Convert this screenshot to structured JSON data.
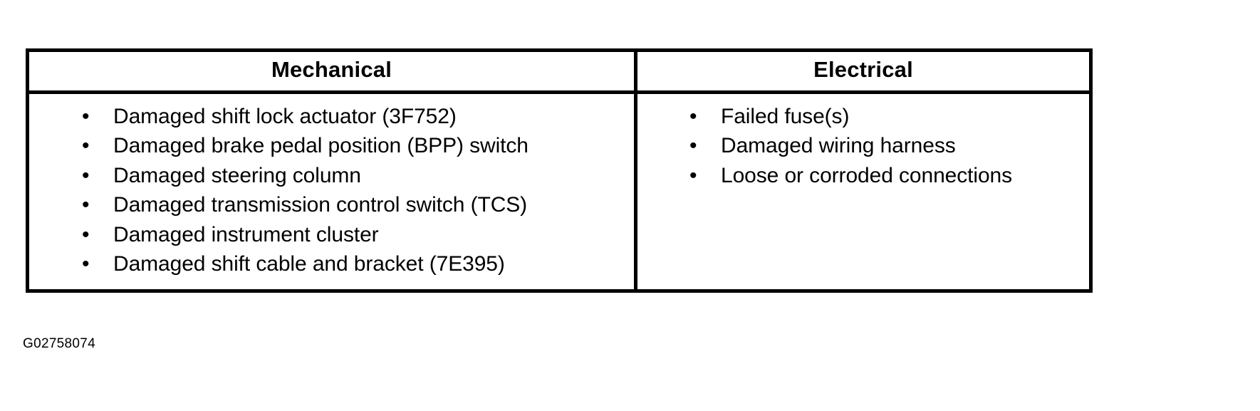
{
  "figure": {
    "id_label": "G02758074"
  },
  "table": {
    "bullet_glyph": "•",
    "columns": [
      {
        "header": "Mechanical",
        "items": [
          "Damaged shift lock actuator (3F752)",
          "Damaged brake pedal position (BPP) switch",
          "Damaged steering column",
          "Damaged transmission control switch (TCS)",
          "Damaged instrument cluster",
          "Damaged shift cable and bracket (7E395)"
        ]
      },
      {
        "header": "Electrical",
        "items": [
          "Failed fuse(s)",
          "Damaged wiring harness",
          "Loose or corroded connections"
        ]
      }
    ]
  },
  "colors": {
    "border": "#000000",
    "text": "#000000",
    "background": "#ffffff"
  }
}
